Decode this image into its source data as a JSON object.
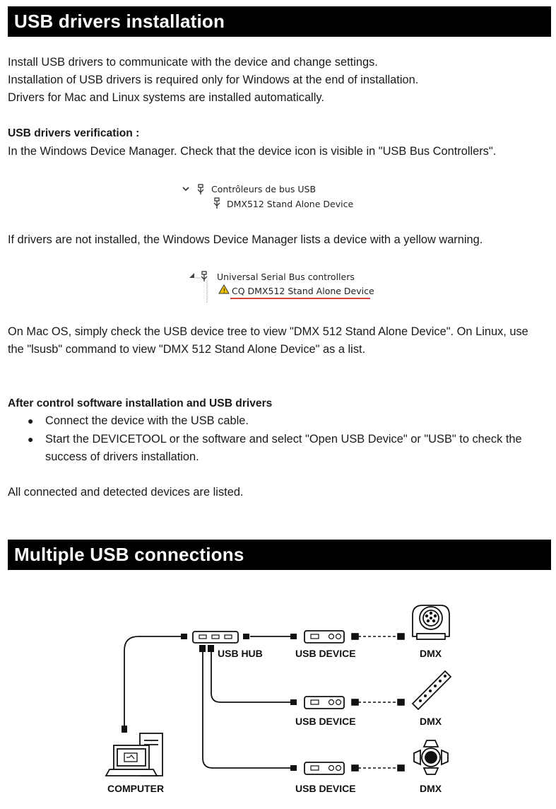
{
  "section1": {
    "title": "USB drivers installation",
    "intro": [
      "Install USB drivers to communicate with the device and change settings.",
      "Installation of USB drivers is required only for Windows at the end of installation.",
      "Drivers for Mac and Linux systems are installed automatically."
    ],
    "verification_heading": "USB drivers verification :",
    "verification_text": "In the Windows Device Manager. Check that the device icon is visible in \"USB Bus Controllers\".",
    "screenshot1": {
      "parent": "Contrôleurs de bus USB",
      "child": "DMX512 Stand Alone Device"
    },
    "warning_text": "If drivers are not installed, the Windows Device Manager lists a device with a yellow warning.",
    "screenshot2": {
      "parent": "Universal Serial Bus controllers",
      "child": "CQ DMX512 Stand Alone Device"
    },
    "mac_linux_text": "On Mac OS, simply check the USB device tree to view \"DMX 512 Stand Alone Device\". On Linux, use the \"lsusb\" command to view \"DMX 512 Stand Alone Device\" as a list.",
    "after_heading": "After control software installation and USB drivers",
    "bullets": [
      "Connect the device with the USB cable.",
      "Start the DEVICETOOL or the software and select \"Open USB Device\" or \"USB\" to check the success of drivers installation."
    ],
    "closing": "All connected and detected devices are listed."
  },
  "section2": {
    "title": "Multiple USB connections",
    "diagram": {
      "computer_label": "COMPUTER",
      "hub_label": "USB HUB",
      "device_labels": [
        "USB DEVICE",
        "USB DEVICE",
        "USB DEVICE"
      ],
      "dmx_labels": [
        "DMX",
        "DMX",
        "DMX"
      ]
    }
  }
}
